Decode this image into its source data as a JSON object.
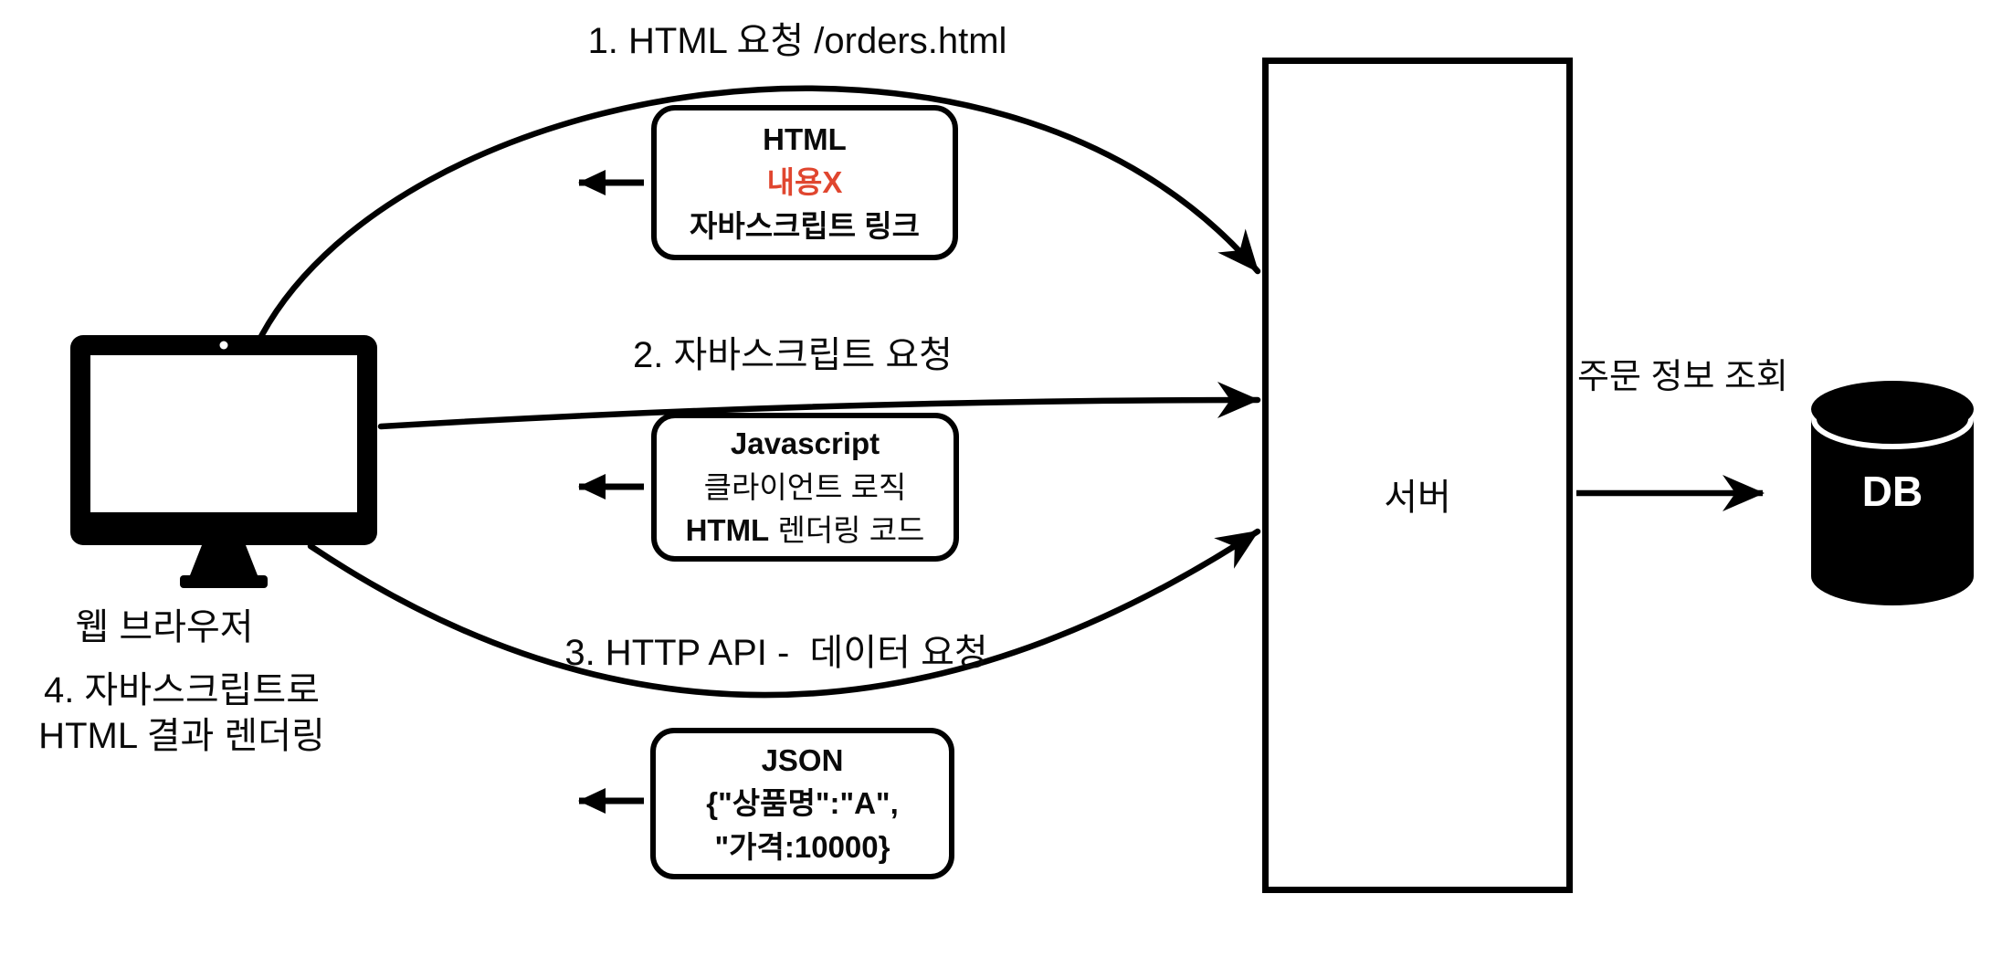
{
  "colors": {
    "ink": "#000000",
    "background": "#ffffff",
    "accent_red": "#e0462f",
    "db_text": "#ffffff"
  },
  "browser": {
    "icon": "desktop-monitor-icon",
    "caption": "웹 브라우저",
    "step4_line1": "4. 자바스크립트로",
    "step4_line2": "HTML 결과 렌더링"
  },
  "flows": [
    {
      "label": "1. HTML 요청 /orders.html",
      "response_box": {
        "line1": "HTML",
        "line2": "내용X",
        "line3": "자바스크립트 링크"
      }
    },
    {
      "label": "2. 자바스크립트 요청",
      "response_box": {
        "line1": "Javascript",
        "line2": "클라이언트 로직",
        "line3_bold": "HTML",
        "line3_rest": "렌더링 코드"
      }
    },
    {
      "label": "3. HTTP API -  데이터 요청",
      "response_box": {
        "line1": "JSON",
        "line2": "{\"상품명\":\"A\",",
        "line3": "\"가격:10000}"
      }
    }
  ],
  "server": {
    "label": "서버"
  },
  "database": {
    "icon": "database-cylinder-icon",
    "label": "DB",
    "query_label": "주문 정보 조회"
  }
}
